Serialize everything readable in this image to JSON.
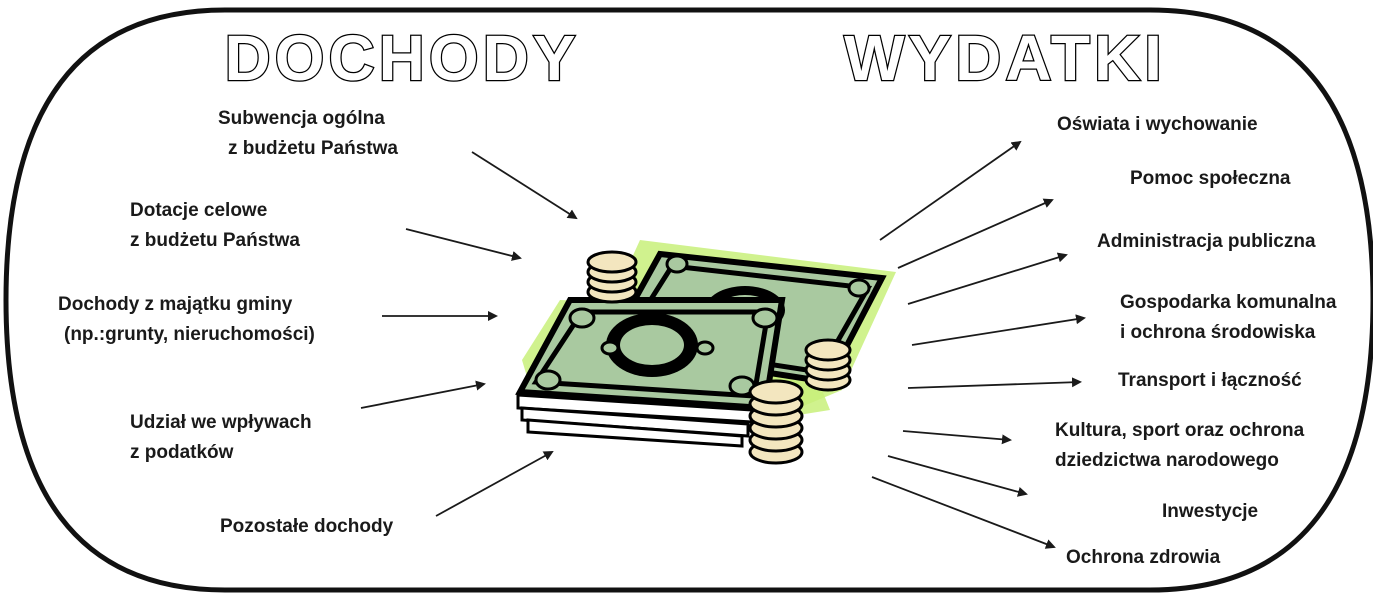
{
  "headings": {
    "income": "DOCHODY",
    "expenses": "WYDATKI"
  },
  "income": [
    {
      "line1": "Subwencja ogólna",
      "line2": "z budżetu Państwa"
    },
    {
      "line1": "Dotacje celowe",
      "line2": "z budżetu Państwa"
    },
    {
      "line1": "Dochody z majątku gminy",
      "line2": "(np.:grunty, nieruchomości)"
    },
    {
      "line1": "Udział we wpływach",
      "line2": "z podatków"
    },
    {
      "line1": "Pozostałe dochody"
    }
  ],
  "expenses": [
    {
      "line1": "Oświata i wychowanie"
    },
    {
      "line1": "Pomoc społeczna"
    },
    {
      "line1": "Administracja publiczna"
    },
    {
      "line1": "Gospodarka komunalna",
      "line2": "i ochrona środowiska"
    },
    {
      "line1": "Transport i łączność"
    },
    {
      "line1": "Kultura, sport oraz ochrona",
      "line2": "dziedzictwa narodowego"
    },
    {
      "line1": "Inwestycje"
    },
    {
      "line1": "Ochrona zdrowia"
    }
  ],
  "colors": {
    "border": "#111111",
    "arrow": "#1a1a1a",
    "bill": "#a9c9a0",
    "glow": "#c8f07a",
    "coin": "#f3e6bf"
  }
}
